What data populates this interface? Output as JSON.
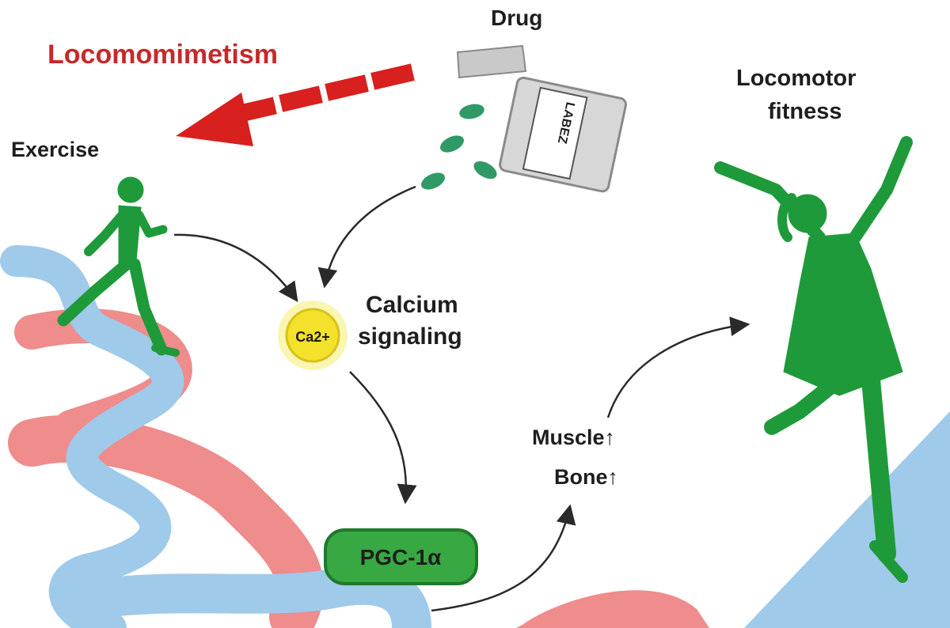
{
  "title": "Locomomimetism",
  "nodes": {
    "drug": {
      "label": "Drug",
      "bottle_label": "LABEZ"
    },
    "exercise": {
      "label": "Exercise"
    },
    "calcium": {
      "badge": "Ca2+",
      "label_line1": "Calcium",
      "label_line2": "signaling"
    },
    "pgc": {
      "label": "PGC-1α"
    },
    "muscle_bone": {
      "line1": "Muscle↑",
      "line2": "Bone↑"
    },
    "fitness": {
      "label_line1": "Locomotor",
      "label_line2": "fitness"
    }
  },
  "colors": {
    "title_red": "#c8282a",
    "arrow_red": "#d8201e",
    "figure_green": "#1f9a3a",
    "pill_green": "#2f9a66",
    "calcium_yellow": "#f3e12b",
    "pgc_green": "#38a843",
    "ribbon_blue": "#9fcaea",
    "ribbon_pink": "#ef8c8c",
    "arrow_dark": "#2a2a2a"
  },
  "edges": [
    {
      "from": "exercise",
      "to": "calcium"
    },
    {
      "from": "drug",
      "to": "calcium"
    },
    {
      "from": "calcium",
      "to": "pgc"
    },
    {
      "from": "pgc",
      "to": "muscle_bone"
    },
    {
      "from": "muscle_bone",
      "to": "fitness"
    },
    {
      "from": "drug",
      "to": "exercise",
      "style": "red-dashed"
    }
  ]
}
